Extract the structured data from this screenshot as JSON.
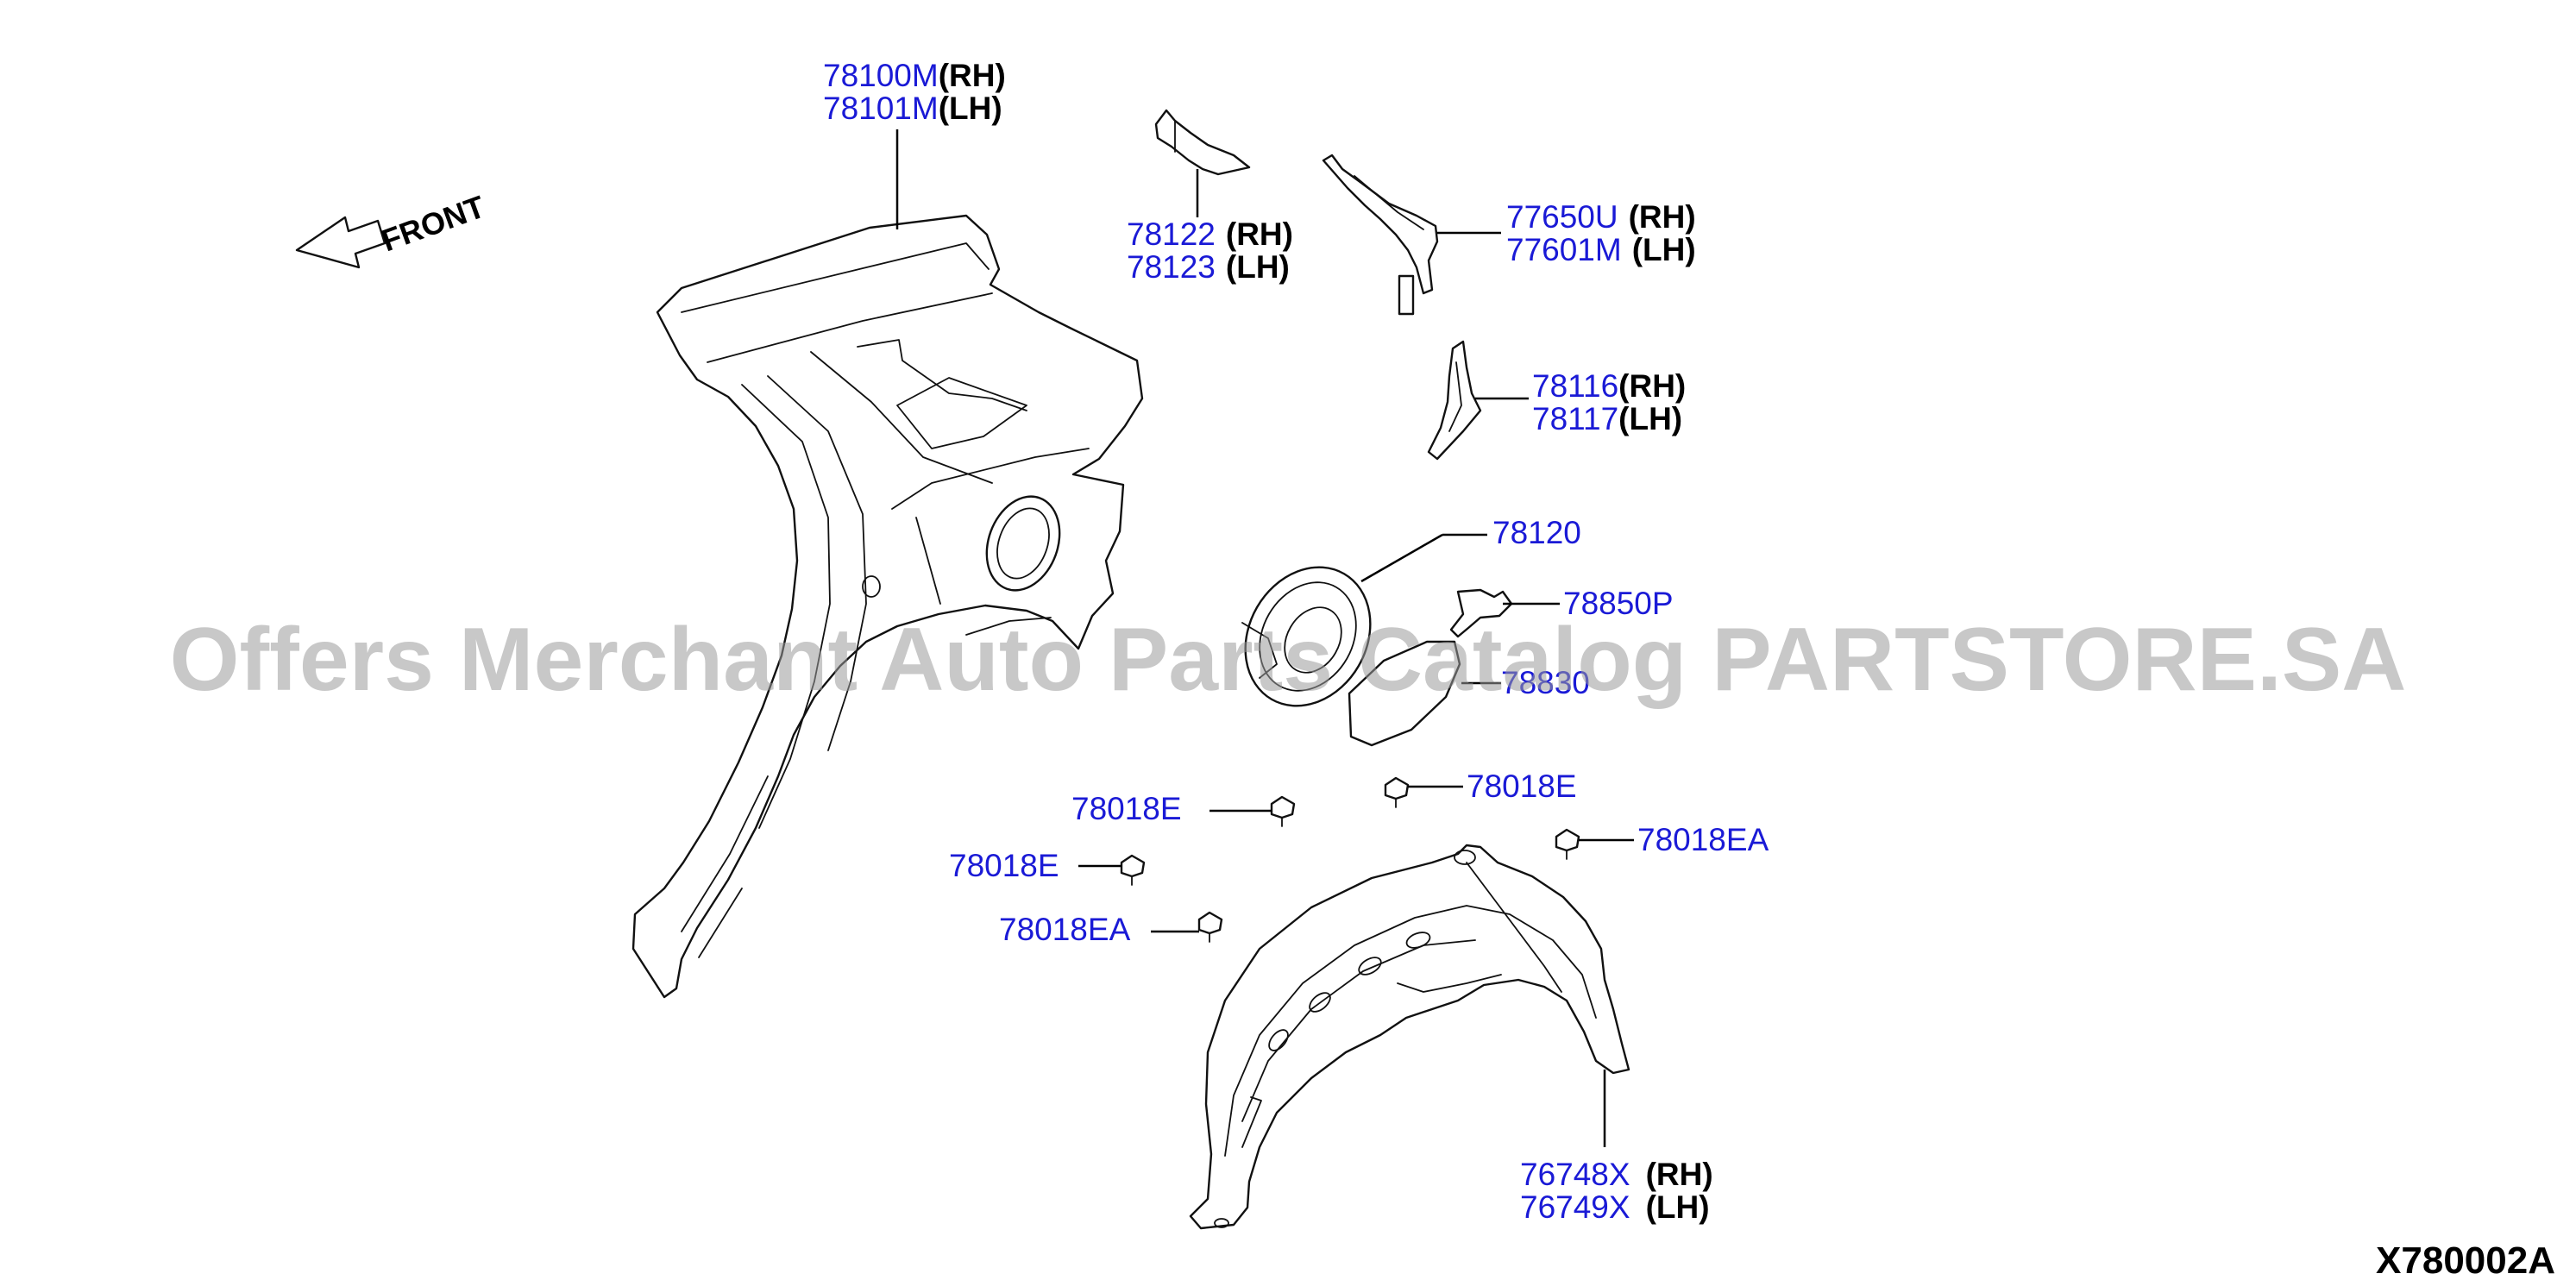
{
  "front_label": "FRONT",
  "drawing_code": "X780002A",
  "watermark": "Offers Merchant Auto Parts Catalog PARTSTORE.SA",
  "callouts": {
    "panel_rh_pn": "78100M",
    "panel_rh_side": "(RH)",
    "panel_lh_pn": "78101M",
    "panel_lh_side": "(LH)",
    "brk_rh_pn": "78122",
    "brk_rh_side": "(RH)",
    "brk_lh_pn": "78123",
    "brk_lh_side": "(LH)",
    "ext_rh_pn": "77650U",
    "ext_rh_side": "(RH)",
    "ext_lh_pn": "77601M",
    "ext_lh_side": "(LH)",
    "rein_rh_pn": "78116",
    "rein_rh_side": "(RH)",
    "rein_lh_pn": "78117",
    "rein_lh_side": "(LH)",
    "filler_base": "78120",
    "lock": "78850P",
    "lid": "78830",
    "clip_a": "78018E",
    "clip_b": "78018E",
    "clip_c": "78018EA",
    "clip_d": "78018E",
    "clip_e": "78018EA",
    "prot_rh_pn": "76748X",
    "prot_rh_side": "(RH)",
    "prot_lh_pn": "76749X",
    "prot_lh_side": "(LH)"
  }
}
